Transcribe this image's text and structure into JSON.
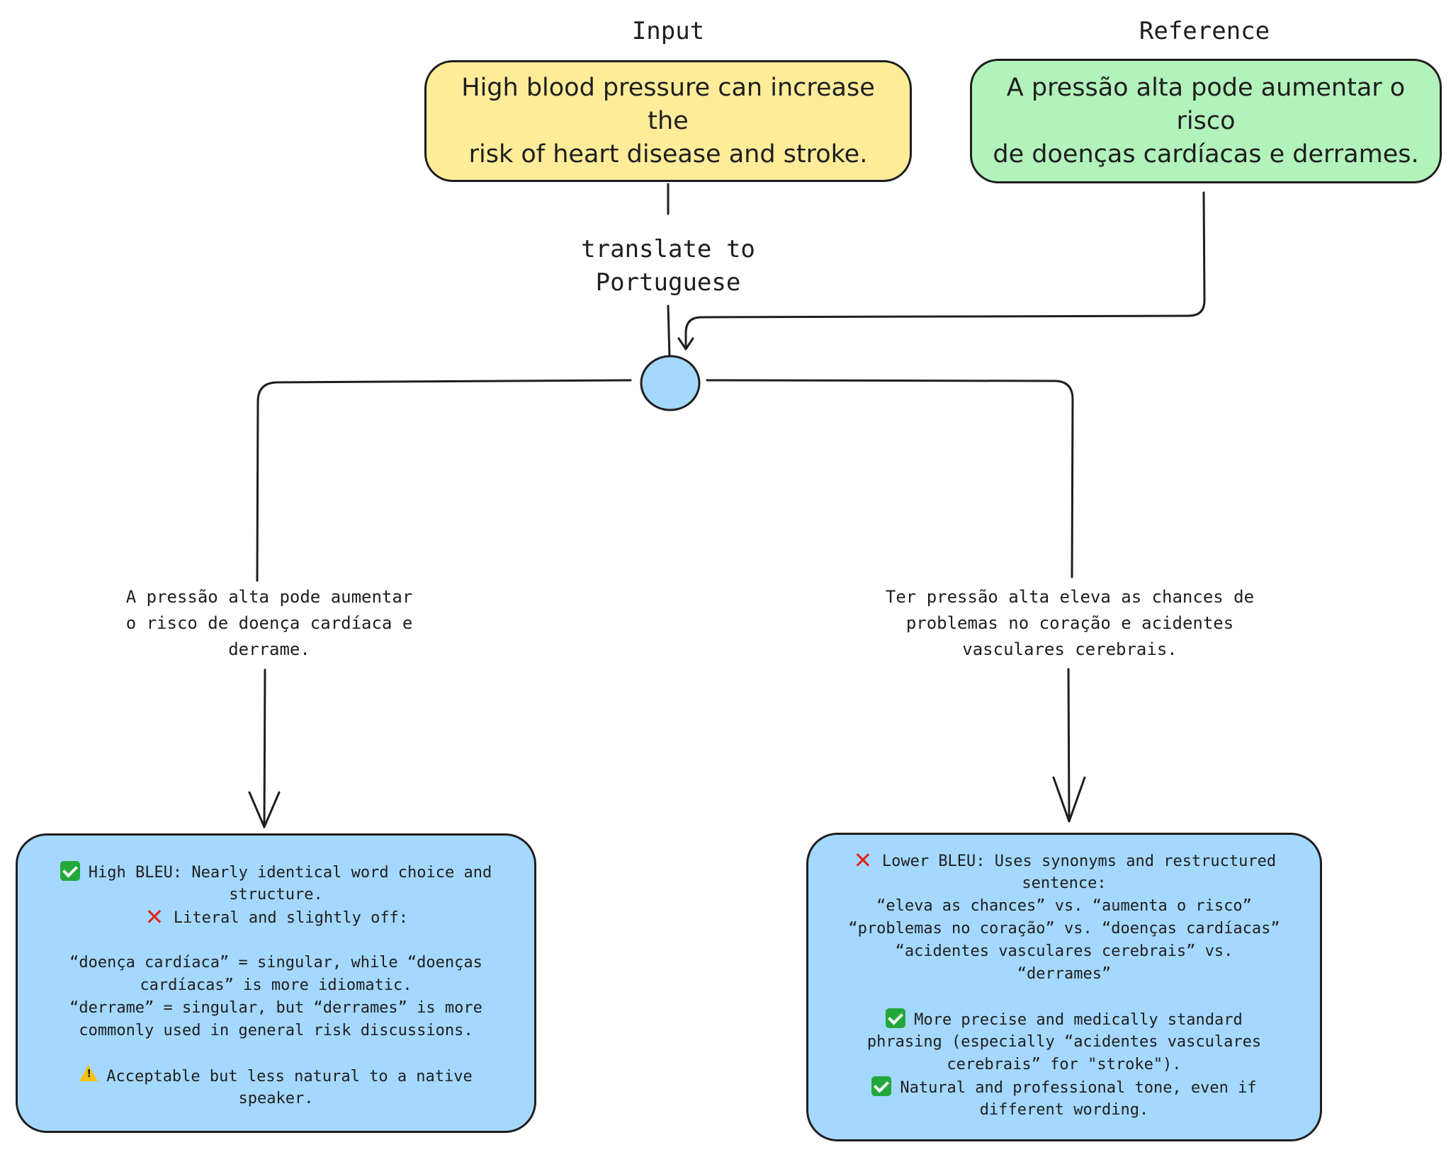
{
  "input": {
    "heading": "Input",
    "lines": [
      "High blood pressure can increase the",
      "risk of heart disease and stroke."
    ],
    "fill": "#ffec99"
  },
  "reference": {
    "heading": "Reference",
    "lines": [
      "A pressão alta pode aumentar o risco",
      "de doenças cardíacas e derrames."
    ],
    "fill": "#b2f2bb"
  },
  "edge_label": [
    "translate to",
    "Portuguese"
  ],
  "junction": {
    "fill": "#a5d8ff"
  },
  "outputs": [
    {
      "lines": [
        "A pressão alta pode aumentar",
        "o risco de doença cardíaca e",
        "derrame."
      ]
    },
    {
      "lines": [
        "Ter pressão alta eleva as chances de",
        "problemas no coração e acidentes",
        "vasculares cerebrais."
      ]
    }
  ],
  "feedback": [
    {
      "fill": "#a5d8ff",
      "lines": [
        {
          "icon": "check-icon",
          "text": "High BLEU: Nearly identical word choice and"
        },
        {
          "icon": "",
          "text": "structure."
        },
        {
          "icon": "cross-icon",
          "text": "Literal and slightly off:"
        },
        {
          "icon": "",
          "text": ""
        },
        {
          "icon": "",
          "text": "“doença cardíaca” = singular, while “doenças"
        },
        {
          "icon": "",
          "text": "cardíacas” is more idiomatic."
        },
        {
          "icon": "",
          "text": "“derrame” = singular, but “derrames” is more"
        },
        {
          "icon": "",
          "text": "commonly used in general risk discussions."
        },
        {
          "icon": "",
          "text": ""
        },
        {
          "icon": "warning-icon",
          "text": "Acceptable but less natural to a native"
        },
        {
          "icon": "",
          "text": "speaker."
        }
      ]
    },
    {
      "fill": "#a5d8ff",
      "lines": [
        {
          "icon": "cross-icon",
          "text": "Lower BLEU: Uses synonyms and restructured"
        },
        {
          "icon": "",
          "text": "sentence:"
        },
        {
          "icon": "",
          "text": "“eleva as chances” vs. “aumenta o risco”"
        },
        {
          "icon": "",
          "text": "“problemas no coração” vs. “doenças cardíacas”"
        },
        {
          "icon": "",
          "text": "“acidentes vasculares cerebrais” vs."
        },
        {
          "icon": "",
          "text": "“derrames”"
        },
        {
          "icon": "",
          "text": ""
        },
        {
          "icon": "check-icon",
          "text": "More precise and medically standard"
        },
        {
          "icon": "",
          "text": "phrasing (especially “acidentes vasculares"
        },
        {
          "icon": "",
          "text": "cerebrais” for \"stroke\")."
        },
        {
          "icon": "check-icon",
          "text": "Natural and professional tone, even if"
        },
        {
          "icon": "",
          "text": "different wording."
        }
      ]
    }
  ]
}
